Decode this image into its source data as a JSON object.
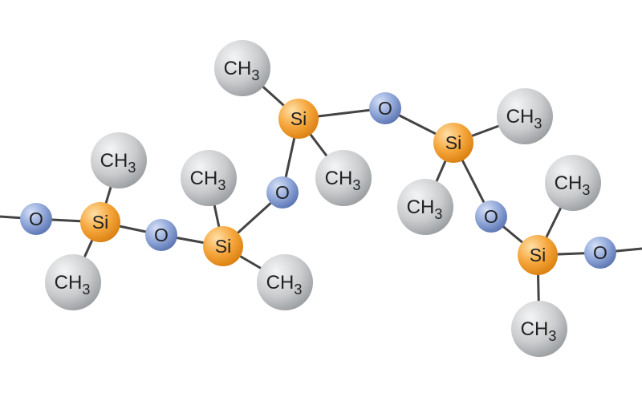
{
  "diagram": {
    "atoms": [
      {
        "id": "o1",
        "type": "oxygen",
        "label": "O"
      },
      {
        "id": "si1",
        "type": "silicon",
        "label": "Si"
      },
      {
        "id": "c1a",
        "type": "methyl",
        "label": "CH",
        "sub": "3"
      },
      {
        "id": "c1b",
        "type": "methyl",
        "label": "CH",
        "sub": "3"
      },
      {
        "id": "o2",
        "type": "oxygen",
        "label": "O"
      },
      {
        "id": "si2",
        "type": "silicon",
        "label": "Si"
      },
      {
        "id": "c2a",
        "type": "methyl",
        "label": "CH",
        "sub": "3"
      },
      {
        "id": "c2b",
        "type": "methyl",
        "label": "CH",
        "sub": "3"
      },
      {
        "id": "o3",
        "type": "oxygen",
        "label": "O"
      },
      {
        "id": "si3",
        "type": "silicon",
        "label": "Si"
      },
      {
        "id": "c3a",
        "type": "methyl",
        "label": "CH",
        "sub": "3"
      },
      {
        "id": "c3b",
        "type": "methyl",
        "label": "CH",
        "sub": "3"
      },
      {
        "id": "o4",
        "type": "oxygen",
        "label": "O"
      },
      {
        "id": "si4",
        "type": "silicon",
        "label": "Si"
      },
      {
        "id": "c4a",
        "type": "methyl",
        "label": "CH",
        "sub": "3"
      },
      {
        "id": "c4b",
        "type": "methyl",
        "label": "CH",
        "sub": "3"
      },
      {
        "id": "o5",
        "type": "oxygen",
        "label": "O"
      },
      {
        "id": "si5",
        "type": "silicon",
        "label": "Si"
      },
      {
        "id": "c5a",
        "type": "methyl",
        "label": "CH",
        "sub": "3"
      },
      {
        "id": "c5b",
        "type": "methyl",
        "label": "CH",
        "sub": "3"
      },
      {
        "id": "o6",
        "type": "oxygen",
        "label": "O"
      }
    ],
    "colors": {
      "oxygen": "#8fa6d8",
      "silicon": "#f5a53a",
      "methyl": "#c9cbcd",
      "bond": "#444444"
    }
  }
}
